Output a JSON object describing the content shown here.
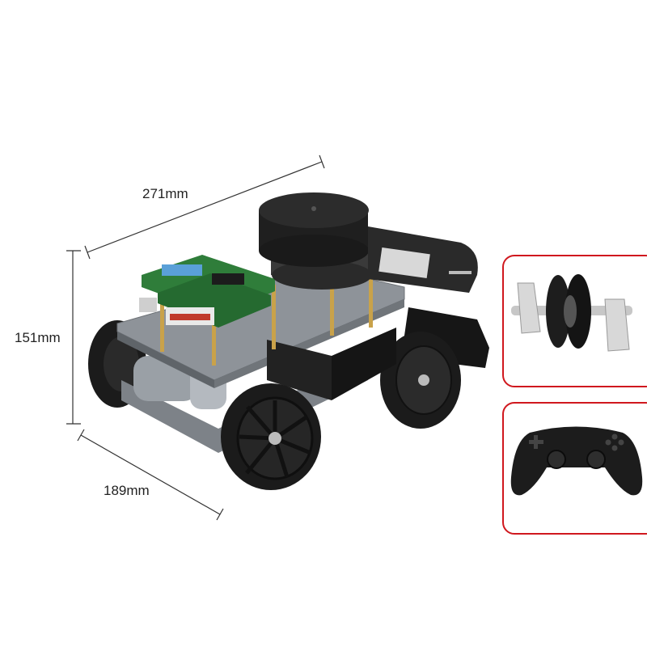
{
  "dimensions": {
    "length": "271mm",
    "height": "151mm",
    "width": "189mm"
  },
  "accessories": [
    {
      "icon": "omni-wheel-icon"
    },
    {
      "icon": "gamepad-icon"
    }
  ],
  "colors": {
    "inset_border": "#d0181e",
    "chassis": "#8e9399",
    "tire": "#1b1b1b",
    "pcb": "#2f7d3a"
  }
}
